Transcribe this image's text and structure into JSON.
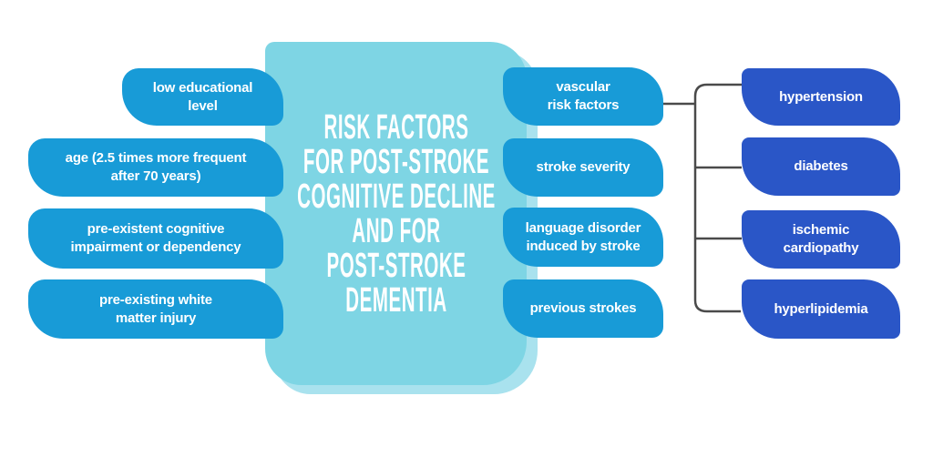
{
  "diagram": {
    "title": "RISK FACTORS\nFOR POST-STROKE\nCOGNITIVE DECLINE\nAND FOR\nPOST-STROKE\nDEMENTIA",
    "left_factors": [
      {
        "label": "low educational\nlevel"
      },
      {
        "label": "age (2.5 times more frequent\nafter 70 years)"
      },
      {
        "label": "pre-existent cognitive\nimpairment or dependency"
      },
      {
        "label": "pre-existing white\nmatter injury"
      }
    ],
    "right_factors": [
      {
        "label": "vascular\nrisk factors"
      },
      {
        "label": "stroke severity"
      },
      {
        "label": "language disorder\ninduced by stroke"
      },
      {
        "label": "previous strokes"
      }
    ],
    "vascular_subfactors": [
      {
        "label": "hypertension"
      },
      {
        "label": "diabetes"
      },
      {
        "label": "ischemic\ncardiopathy"
      },
      {
        "label": "hyperlipidemia"
      }
    ],
    "colors": {
      "background": "#ffffff",
      "panel": "#7ed5e4",
      "panel_shadow": "#a9e2ee",
      "factor_box": "#189bd7",
      "subfactor_box": "#2a56c7",
      "connector_line": "#4a4a4a",
      "text": "#ffffff"
    }
  }
}
